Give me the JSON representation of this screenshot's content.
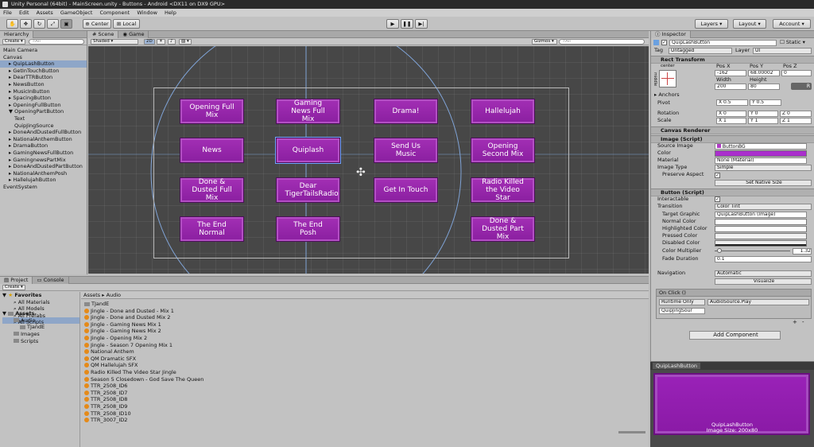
{
  "title": "Unity Personal (64bit) - MainScreen.unity - Buttons - Android <DX11 on DX9 GPU>",
  "menu": [
    "File",
    "Edit",
    "Assets",
    "GameObject",
    "Component",
    "Window",
    "Help"
  ],
  "toolbar": {
    "center": "Center",
    "local": "Local",
    "layers": "Layers",
    "layout": "Layout",
    "account": "Account"
  },
  "hierarchy": {
    "tab": "Hierarchy",
    "create": "Create",
    "search": "All",
    "items": [
      {
        "label": "Main Camera",
        "indent": 0
      },
      {
        "label": "Canvas",
        "indent": 0
      },
      {
        "label": "QuipLashButton",
        "indent": 1,
        "selected": true
      },
      {
        "label": "GetInTouchButton",
        "indent": 1
      },
      {
        "label": "DearTTRButton",
        "indent": 1
      },
      {
        "label": "NewsButton",
        "indent": 1
      },
      {
        "label": "MusicInButton",
        "indent": 1
      },
      {
        "label": "SpacingButton",
        "indent": 1
      },
      {
        "label": "OpeningFullButton",
        "indent": 1
      },
      {
        "label": "OpeningPartButton",
        "indent": 1
      },
      {
        "label": "Text",
        "indent": 2
      },
      {
        "label": "QuipJingSource",
        "indent": 2
      },
      {
        "label": "DoneAndDustedFullButton",
        "indent": 1
      },
      {
        "label": "NationalAnthemButton",
        "indent": 1
      },
      {
        "label": "DramaButton",
        "indent": 1
      },
      {
        "label": "GamingNewsFullButton",
        "indent": 1
      },
      {
        "label": "GamingnewsPartMix",
        "indent": 1
      },
      {
        "label": "DoneAndDustedPartButton",
        "indent": 1
      },
      {
        "label": "NationalAnthemPosh",
        "indent": 1
      },
      {
        "label": "HallelujahButton",
        "indent": 1
      },
      {
        "label": "EventSystem",
        "indent": 0
      }
    ]
  },
  "scene": {
    "tab_scene": "Scene",
    "tab_game": "Game",
    "shading": "Shaded",
    "mode_2d": "2D",
    "gizmos": "Gizmos",
    "search": "All",
    "buttons": [
      {
        "label": "Opening Full Mix",
        "col": 0,
        "row": 0
      },
      {
        "label": "Gaming News Full Mix",
        "col": 1,
        "row": 0
      },
      {
        "label": "Drama!",
        "col": 2,
        "row": 0
      },
      {
        "label": "Hallelujah",
        "col": 3,
        "row": 0
      },
      {
        "label": "News",
        "col": 0,
        "row": 1
      },
      {
        "label": "Quiplash",
        "col": 1,
        "row": 1,
        "selected": true
      },
      {
        "label": "Send Us Music",
        "col": 2,
        "row": 1
      },
      {
        "label": "Opening Second Mix",
        "col": 3,
        "row": 1
      },
      {
        "label": "Done & Dusted Full Mix",
        "col": 0,
        "row": 2
      },
      {
        "label": "Dear TigerTailsRadio",
        "col": 1,
        "row": 2
      },
      {
        "label": "Get In Touch",
        "col": 2,
        "row": 2
      },
      {
        "label": "Radio Killed the Video Star",
        "col": 3,
        "row": 2
      },
      {
        "label": "The End Normal",
        "col": 0,
        "row": 3
      },
      {
        "label": "The End Posh",
        "col": 1,
        "row": 3
      },
      {
        "label": "Done & Dusted Part Mix",
        "col": 3,
        "row": 3
      }
    ]
  },
  "project": {
    "tab_project": "Project",
    "tab_console": "Console",
    "create": "Create",
    "favorites_label": "Favorites",
    "favorites": [
      "All Materials",
      "All Models",
      "All Prefabs",
      "All Scripts"
    ],
    "assets_label": "Assets",
    "tree": [
      {
        "label": "Audio",
        "indent": 1,
        "selected": true
      },
      {
        "label": "TJandE",
        "indent": 2
      },
      {
        "label": "Images",
        "indent": 1
      },
      {
        "label": "Scripts",
        "indent": 1
      }
    ],
    "breadcrumb": [
      "Assets",
      "Audio"
    ],
    "files": [
      {
        "label": "TJandE",
        "folder": true
      },
      {
        "label": "Jingle - Done and Dusted - Mix 1"
      },
      {
        "label": "Jingle - Done and Dusted Mix 2"
      },
      {
        "label": "Jingle - Gaming News Mix 1"
      },
      {
        "label": "Jingle - Gaming News Mix 2"
      },
      {
        "label": "Jingle - Opening Mix 2"
      },
      {
        "label": "Jingle - Season 7 Opening Mix 1"
      },
      {
        "label": "National Anthem"
      },
      {
        "label": "QM Dramatic SFX"
      },
      {
        "label": "QM Hallelujah SFX"
      },
      {
        "label": "Radio Killed The Video Star Jingle"
      },
      {
        "label": "Season 5 Closedown - God Save The Queen"
      },
      {
        "label": "TTR_2508_ID6"
      },
      {
        "label": "TTR_2508_ID7"
      },
      {
        "label": "TTR_2508_ID8"
      },
      {
        "label": "TTR_2508_ID9"
      },
      {
        "label": "TTR_2508_ID10"
      },
      {
        "label": "TTR_3007_ID2"
      }
    ]
  },
  "inspector": {
    "tab": "Inspector",
    "object_name": "QuipLashButton",
    "static": "Static",
    "tag_label": "Tag",
    "tag": "Untagged",
    "layer_label": "Layer",
    "layer": "UI",
    "rect_transform": "Rect Transform",
    "center": "center",
    "middle": "middle",
    "pos_x_label": "Pos X",
    "pos_y_label": "Pos Y",
    "pos_z_label": "Pos Z",
    "pos_x": "-162",
    "pos_y": "68.00002",
    "pos_z": "0",
    "width_label": "Width",
    "height_label": "Height",
    "width": "200",
    "height": "80",
    "anchors": "Anchors",
    "pivot": "Pivot",
    "pivot_x": "0.5",
    "pivot_y": "0.5",
    "rotation": "Rotation",
    "rot_x": "0",
    "rot_y": "0",
    "rot_z": "0",
    "scale": "Scale",
    "scale_x": "1",
    "scale_y": "1",
    "scale_z": "1",
    "canvas_renderer": "Canvas Renderer",
    "image_script": "Image (Script)",
    "source_image_label": "Source Image",
    "source_image": "ButtonBG",
    "color_label": "Color",
    "material_label": "Material",
    "material": "None (Material)",
    "image_type_label": "Image Type",
    "image_type": "Simple",
    "preserve_aspect": "Preserve Aspect",
    "set_native_size": "Set Native Size",
    "button_script": "Button (Script)",
    "interactable": "Interactable",
    "transition_label": "Transition",
    "transition": "Color Tint",
    "target_graphic_label": "Target Graphic",
    "target_graphic": "QuipLashButton (Image)",
    "normal_color": "Normal Color",
    "highlighted_color": "Highlighted Color",
    "pressed_color": "Pressed Color",
    "disabled_color": "Disabled Color",
    "color_multiplier_label": "Color Multiplier",
    "color_multiplier": "1.32",
    "color_multiplier_fraction": 0.06,
    "fade_duration_label": "Fade Duration",
    "fade_duration": "0.1",
    "navigation_label": "Navigation",
    "navigation": "Automatic",
    "visualize": "Visualize",
    "on_click": "On Click ()",
    "runtime": "Runtime Only",
    "function": "AudioSource.Play",
    "object_ref": "QuipJingSour",
    "add_component": "Add Component"
  },
  "preview": {
    "tab": "QuipLashButton",
    "name": "QuipLashButton",
    "size": "Image Size: 200x80"
  },
  "colors": {
    "button": "#9a26ad",
    "selection": "#8ea6c8"
  }
}
